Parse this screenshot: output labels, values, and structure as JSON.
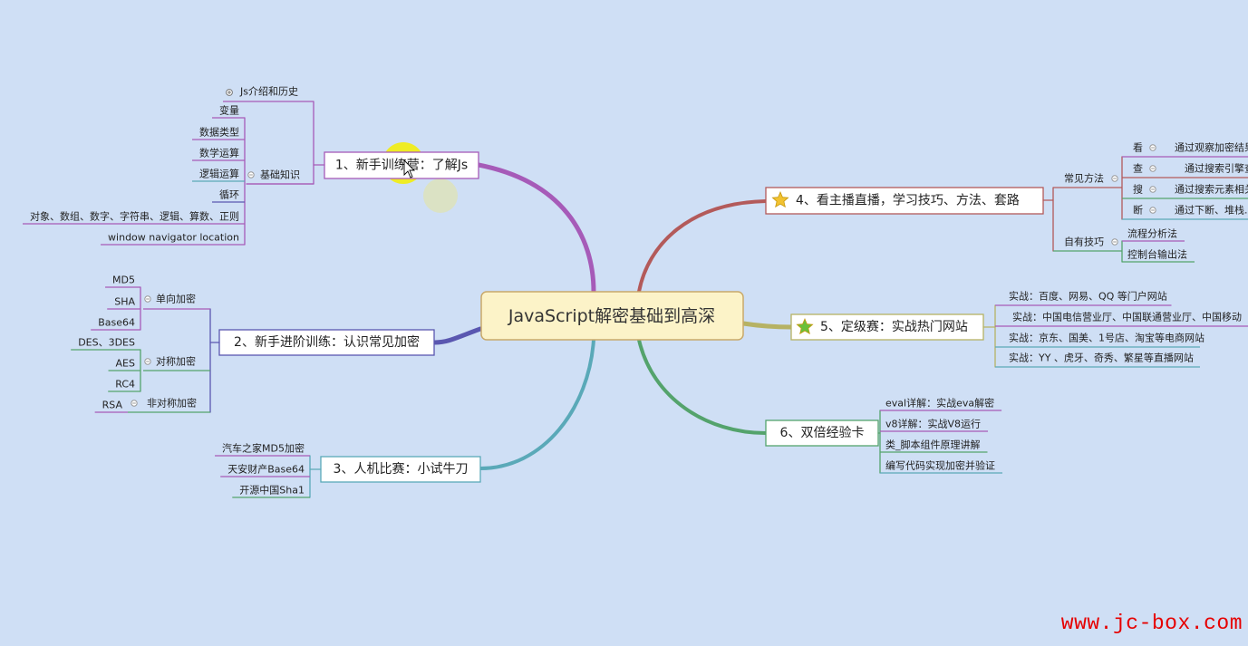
{
  "central": {
    "label": "JavaScript解密基础到高深"
  },
  "branches": {
    "b1": {
      "label": "1、新手训练营：了解Js",
      "intro": "Js介绍和历史",
      "basics_label": "基础知识",
      "basics": [
        "变量",
        "数据类型",
        "数学运算",
        "逻辑运算",
        "循环",
        "对象、数组、数字、字符串、逻辑、算数、正则",
        "window navigator location"
      ]
    },
    "b2": {
      "label": "2、新手进阶训练：认识常见加密",
      "one_way_label": "单向加密",
      "one_way": [
        "MD5",
        "SHA",
        "Base64"
      ],
      "symmetric_label": "对称加密",
      "symmetric": [
        "DES、3DES",
        "AES",
        "RC4"
      ],
      "asymmetric_label": "非对称加密",
      "asymmetric": [
        "RSA"
      ]
    },
    "b3": {
      "label": "3、人机比赛：小试牛刀",
      "items": [
        "汽车之家MD5加密",
        "天安财产Base64",
        "开源中国Sha1"
      ]
    },
    "b4": {
      "label": "4、看主播直播，学习技巧、方法、套路",
      "methods_label": "常见方法",
      "methods": [
        {
          "key": "看",
          "text": "通过观察加密结果"
        },
        {
          "key": "查",
          "text": "通过搜索引擎查"
        },
        {
          "key": "搜",
          "text": "通过搜索元素相关"
        },
        {
          "key": "断",
          "text": "通过下断、堆栈..."
        }
      ],
      "skills_label": "自有技巧",
      "skills": [
        "流程分析法",
        "控制台输出法"
      ]
    },
    "b5": {
      "label": "5、定级赛：实战热门网站",
      "items": [
        "实战：百度、网易、QQ 等门户网站",
        "实战：中国电信营业厅、中国联通营业厅、中国移动",
        "实战：京东、国美、1号店、淘宝等电商网站",
        "实战：YY 、虎牙、奇秀、繁星等直播网站"
      ]
    },
    "b6": {
      "label": "6、双倍经验卡",
      "items": [
        "eval详解：实战eva解密",
        "v8详解：实战V8运行",
        "类_脚本组件原理讲解",
        "编写代码实现加密并验证"
      ]
    }
  },
  "watermark": "www.jc-box.com",
  "colors": {
    "background": "#cfdff5",
    "b1": "#a65bb8",
    "b2": "#5a57b0",
    "b3": "#5aa9b8",
    "b4": "#b35a5a",
    "b5": "#b6b264",
    "b6": "#54a36c",
    "central_fill": "#fcf3c8",
    "central_border": "#c9a96a",
    "star": "#f2c230",
    "star_green": "#6bc03a",
    "highlight": "#f5ef00"
  },
  "icons": [
    "plus-circle-icon",
    "star-icon",
    "green-star-icon",
    "cursor-icon"
  ]
}
